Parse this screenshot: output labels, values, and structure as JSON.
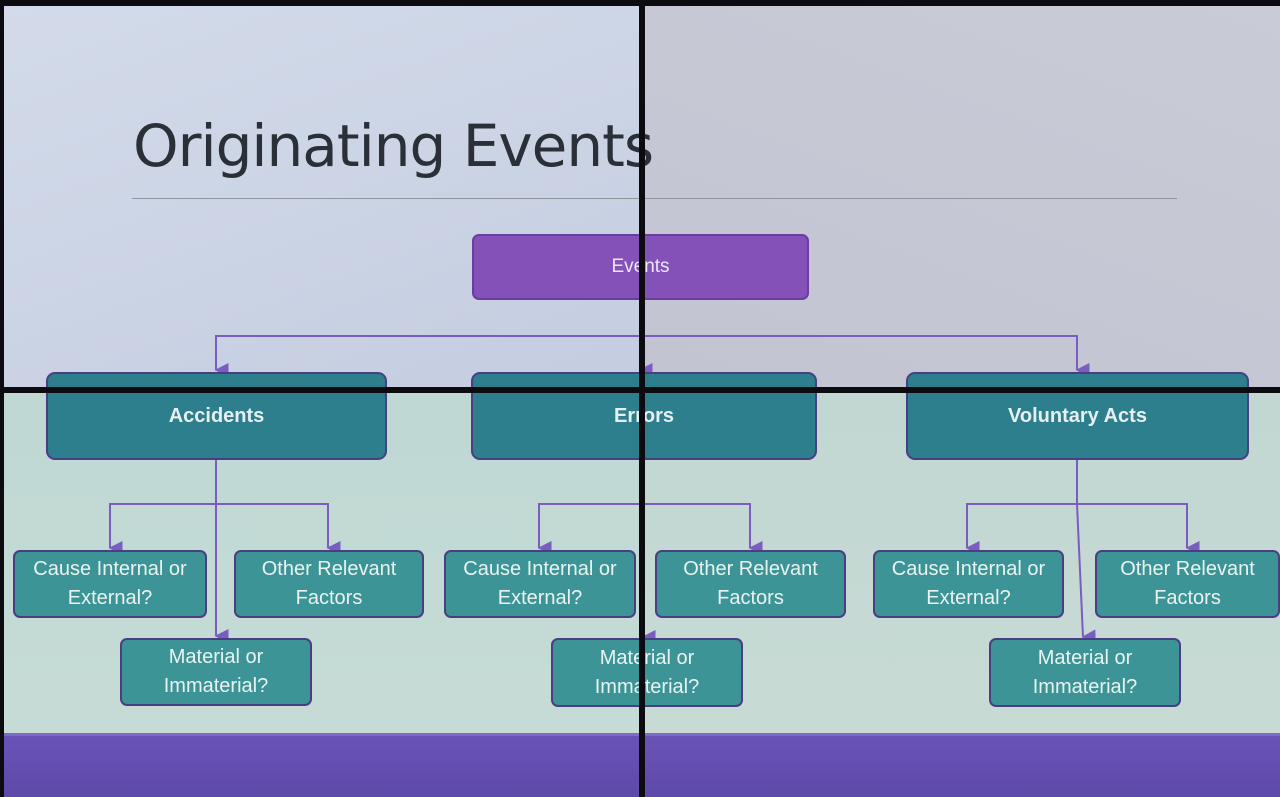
{
  "slide": {
    "title": "Originating Events",
    "colors": {
      "root": "#8451b8",
      "branch": "#2e7f8e",
      "leaf": "#3d9496",
      "connector": "#7b5cc0",
      "footer": "#6a53b8"
    }
  },
  "diagram": {
    "root": {
      "label": "Events"
    },
    "branches": [
      {
        "label": "Accidents",
        "children": [
          "Cause Internal or External?",
          "Other Relevant Factors",
          "Material or Immaterial?"
        ]
      },
      {
        "label": "Errors",
        "children": [
          "Cause Internal or External?",
          "Other Relevant Factors",
          "Material or Immaterial?"
        ]
      },
      {
        "label": "Voluntary Acts",
        "children": [
          "Cause Internal or External?",
          "Other Relevant Factors",
          "Material or Immaterial?"
        ]
      }
    ]
  }
}
